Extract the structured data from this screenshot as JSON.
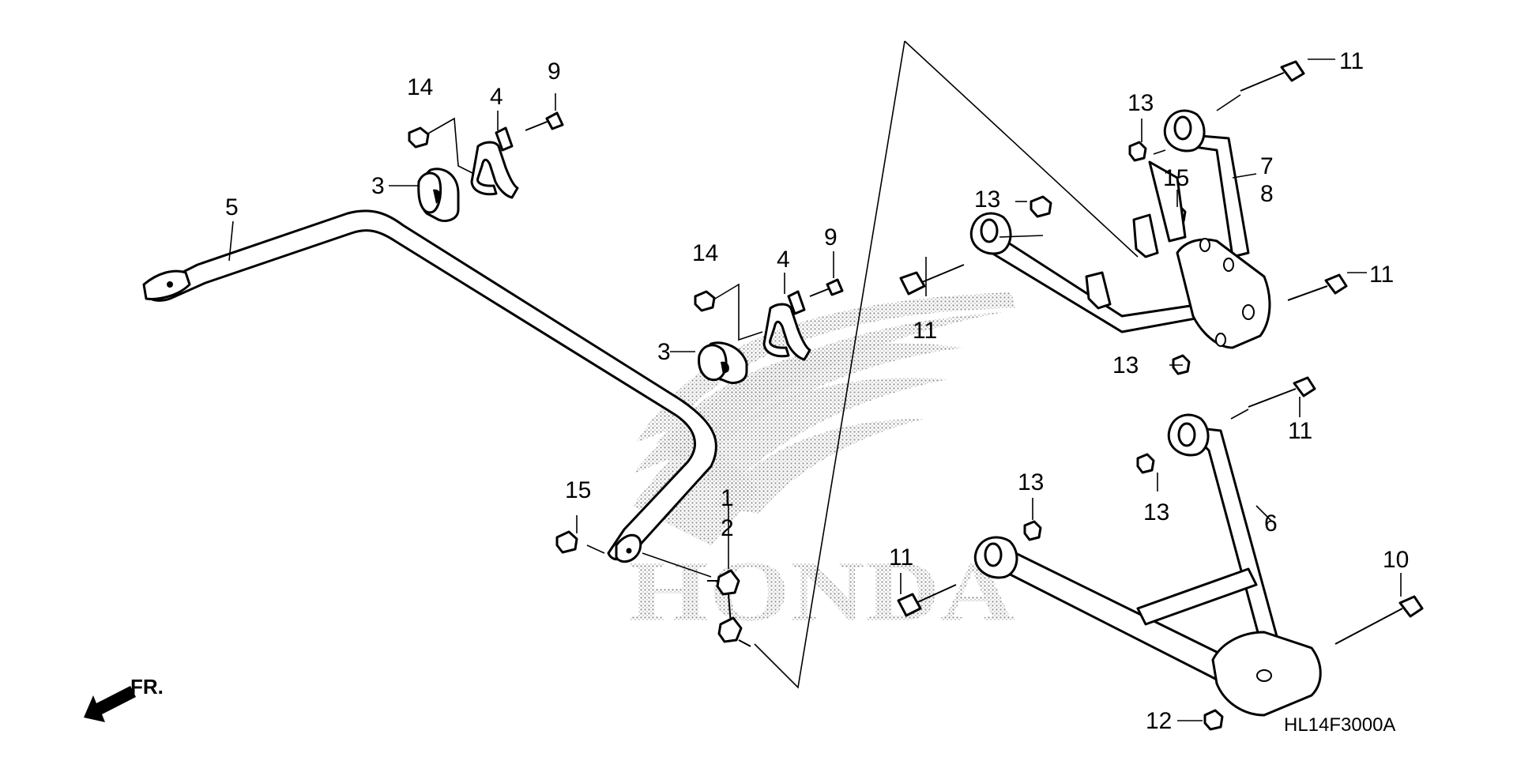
{
  "diagram": {
    "code": "HL14F3000A",
    "front_label": "FR.",
    "watermark": "HONDA",
    "callouts": [
      {
        "id": "c-1",
        "text": "1"
      },
      {
        "id": "c-2",
        "text": "2"
      },
      {
        "id": "c-3a",
        "text": "3"
      },
      {
        "id": "c-3b",
        "text": "3"
      },
      {
        "id": "c-4a",
        "text": "4"
      },
      {
        "id": "c-4b",
        "text": "4"
      },
      {
        "id": "c-5",
        "text": "5"
      },
      {
        "id": "c-6",
        "text": "6"
      },
      {
        "id": "c-7",
        "text": "7"
      },
      {
        "id": "c-8",
        "text": "8"
      },
      {
        "id": "c-9a",
        "text": "9"
      },
      {
        "id": "c-9b",
        "text": "9"
      },
      {
        "id": "c-10",
        "text": "10"
      },
      {
        "id": "c-11a",
        "text": "11"
      },
      {
        "id": "c-11b",
        "text": "11"
      },
      {
        "id": "c-11c",
        "text": "11"
      },
      {
        "id": "c-11d",
        "text": "11"
      },
      {
        "id": "c-11e",
        "text": "11"
      },
      {
        "id": "c-12",
        "text": "12"
      },
      {
        "id": "c-13a",
        "text": "13"
      },
      {
        "id": "c-13b",
        "text": "13"
      },
      {
        "id": "c-13c",
        "text": "13"
      },
      {
        "id": "c-13d",
        "text": "13"
      },
      {
        "id": "c-13e",
        "text": "13"
      },
      {
        "id": "c-14a",
        "text": "14"
      },
      {
        "id": "c-14b",
        "text": "14"
      },
      {
        "id": "c-15a",
        "text": "15"
      },
      {
        "id": "c-15b",
        "text": "15"
      }
    ]
  }
}
